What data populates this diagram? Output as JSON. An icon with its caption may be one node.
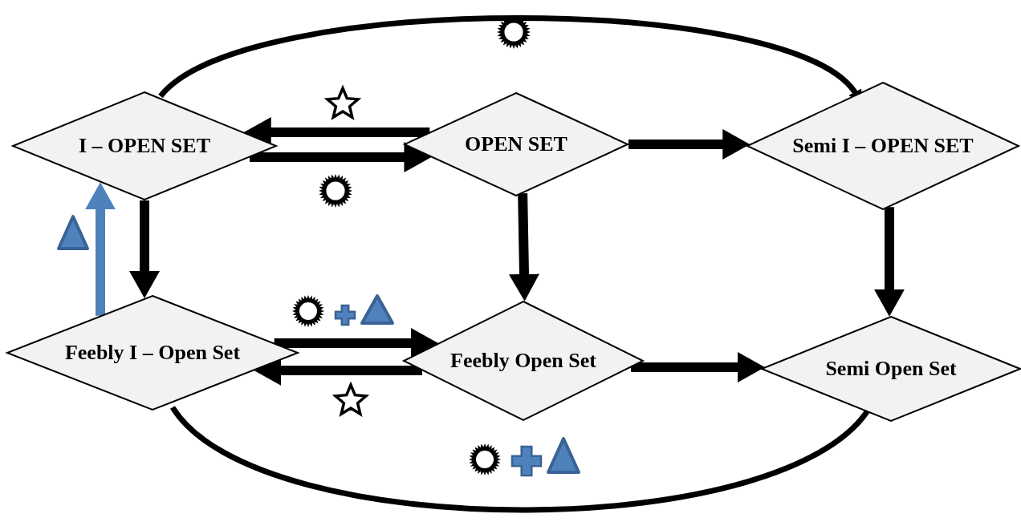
{
  "diagram": {
    "nodes": [
      {
        "text": [
          "I – OPEN SET"
        ]
      },
      {
        "text": [
          "OPEN SET"
        ]
      },
      {
        "text": [
          "Semi I – OPEN SET"
        ]
      },
      {
        "text": [
          "Feebly I – Open Set"
        ]
      },
      {
        "text": [
          "Feebly Open Set"
        ]
      },
      {
        "text": [
          "Semi Open Set"
        ]
      }
    ],
    "edges": [
      {
        "from": 1,
        "to": 0,
        "arrow": "to"
      },
      {
        "from": 0,
        "to": 1,
        "arrow": "to"
      },
      {
        "from": 1,
        "to": 2,
        "arrow": "to"
      },
      {
        "from": 0,
        "to": 3,
        "arrow": "to"
      },
      {
        "from": 3,
        "to": 0,
        "arrow": "to",
        "color": "#4f81bd"
      },
      {
        "from": 1,
        "to": 4,
        "arrow": "to"
      },
      {
        "from": 2,
        "to": 5,
        "arrow": "to"
      },
      {
        "from": 3,
        "to": 4,
        "arrow": "to"
      },
      {
        "from": 4,
        "to": 3,
        "arrow": "to"
      },
      {
        "from": 4,
        "to": 5,
        "arrow": "to"
      },
      {
        "from": 0,
        "to": 2,
        "arrow": "to"
      },
      {
        "from": 3,
        "to": 5,
        "arrow": "to"
      }
    ]
  }
}
